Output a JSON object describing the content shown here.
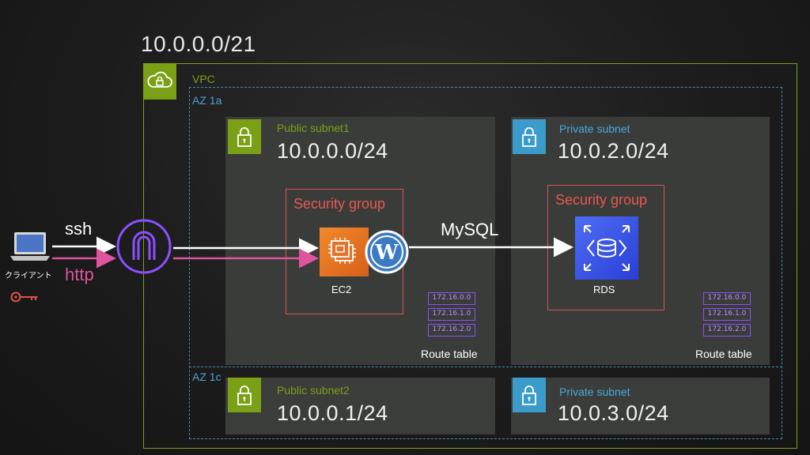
{
  "vpc": {
    "cidr": "10.0.0.0/21",
    "label": "VPC",
    "icon": "vpc-cloud-lock-icon",
    "color": "#7aa116"
  },
  "az": [
    {
      "label": "AZ 1a"
    },
    {
      "label": "AZ 1c"
    }
  ],
  "subnets": {
    "public1": {
      "name": "Public subnet1",
      "cidr": "10.0.0.0/24",
      "icon": "lock-icon"
    },
    "private1": {
      "name": "Private subnet",
      "cidr": "10.0.2.0/24",
      "icon": "lock-icon"
    },
    "public2": {
      "name": "Public subnet2",
      "cidr": "10.0.0.1/24",
      "icon": "lock-icon"
    },
    "private2": {
      "name": "Private subnet",
      "cidr": "10.0.3.0/24",
      "icon": "lock-icon"
    }
  },
  "security_groups": [
    {
      "label": "Security group"
    },
    {
      "label": "Security group"
    }
  ],
  "services": {
    "ec2": {
      "label": "EC2",
      "icon": "ec2-chip-icon",
      "extra_icon": "wordpress-icon"
    },
    "rds": {
      "label": "RDS",
      "icon": "rds-database-icon"
    }
  },
  "route_tables": [
    {
      "label": "Route table",
      "rows": [
        "172.16.0.0",
        "172.16.1.0",
        "172.16.2.0"
      ]
    },
    {
      "label": "Route table",
      "rows": [
        "172.16.0.0",
        "172.16.1.0",
        "172.16.2.0"
      ]
    }
  ],
  "client": {
    "label": "クライアント",
    "icon": "laptop-icon",
    "key_icon": "key-icon"
  },
  "gateway": {
    "icon": "internet-gateway-icon"
  },
  "flows": {
    "ssh": "ssh",
    "http": "http",
    "mysql": "MySQL",
    "ssh_color": "#ffffff",
    "http_color": "#e0549e"
  }
}
